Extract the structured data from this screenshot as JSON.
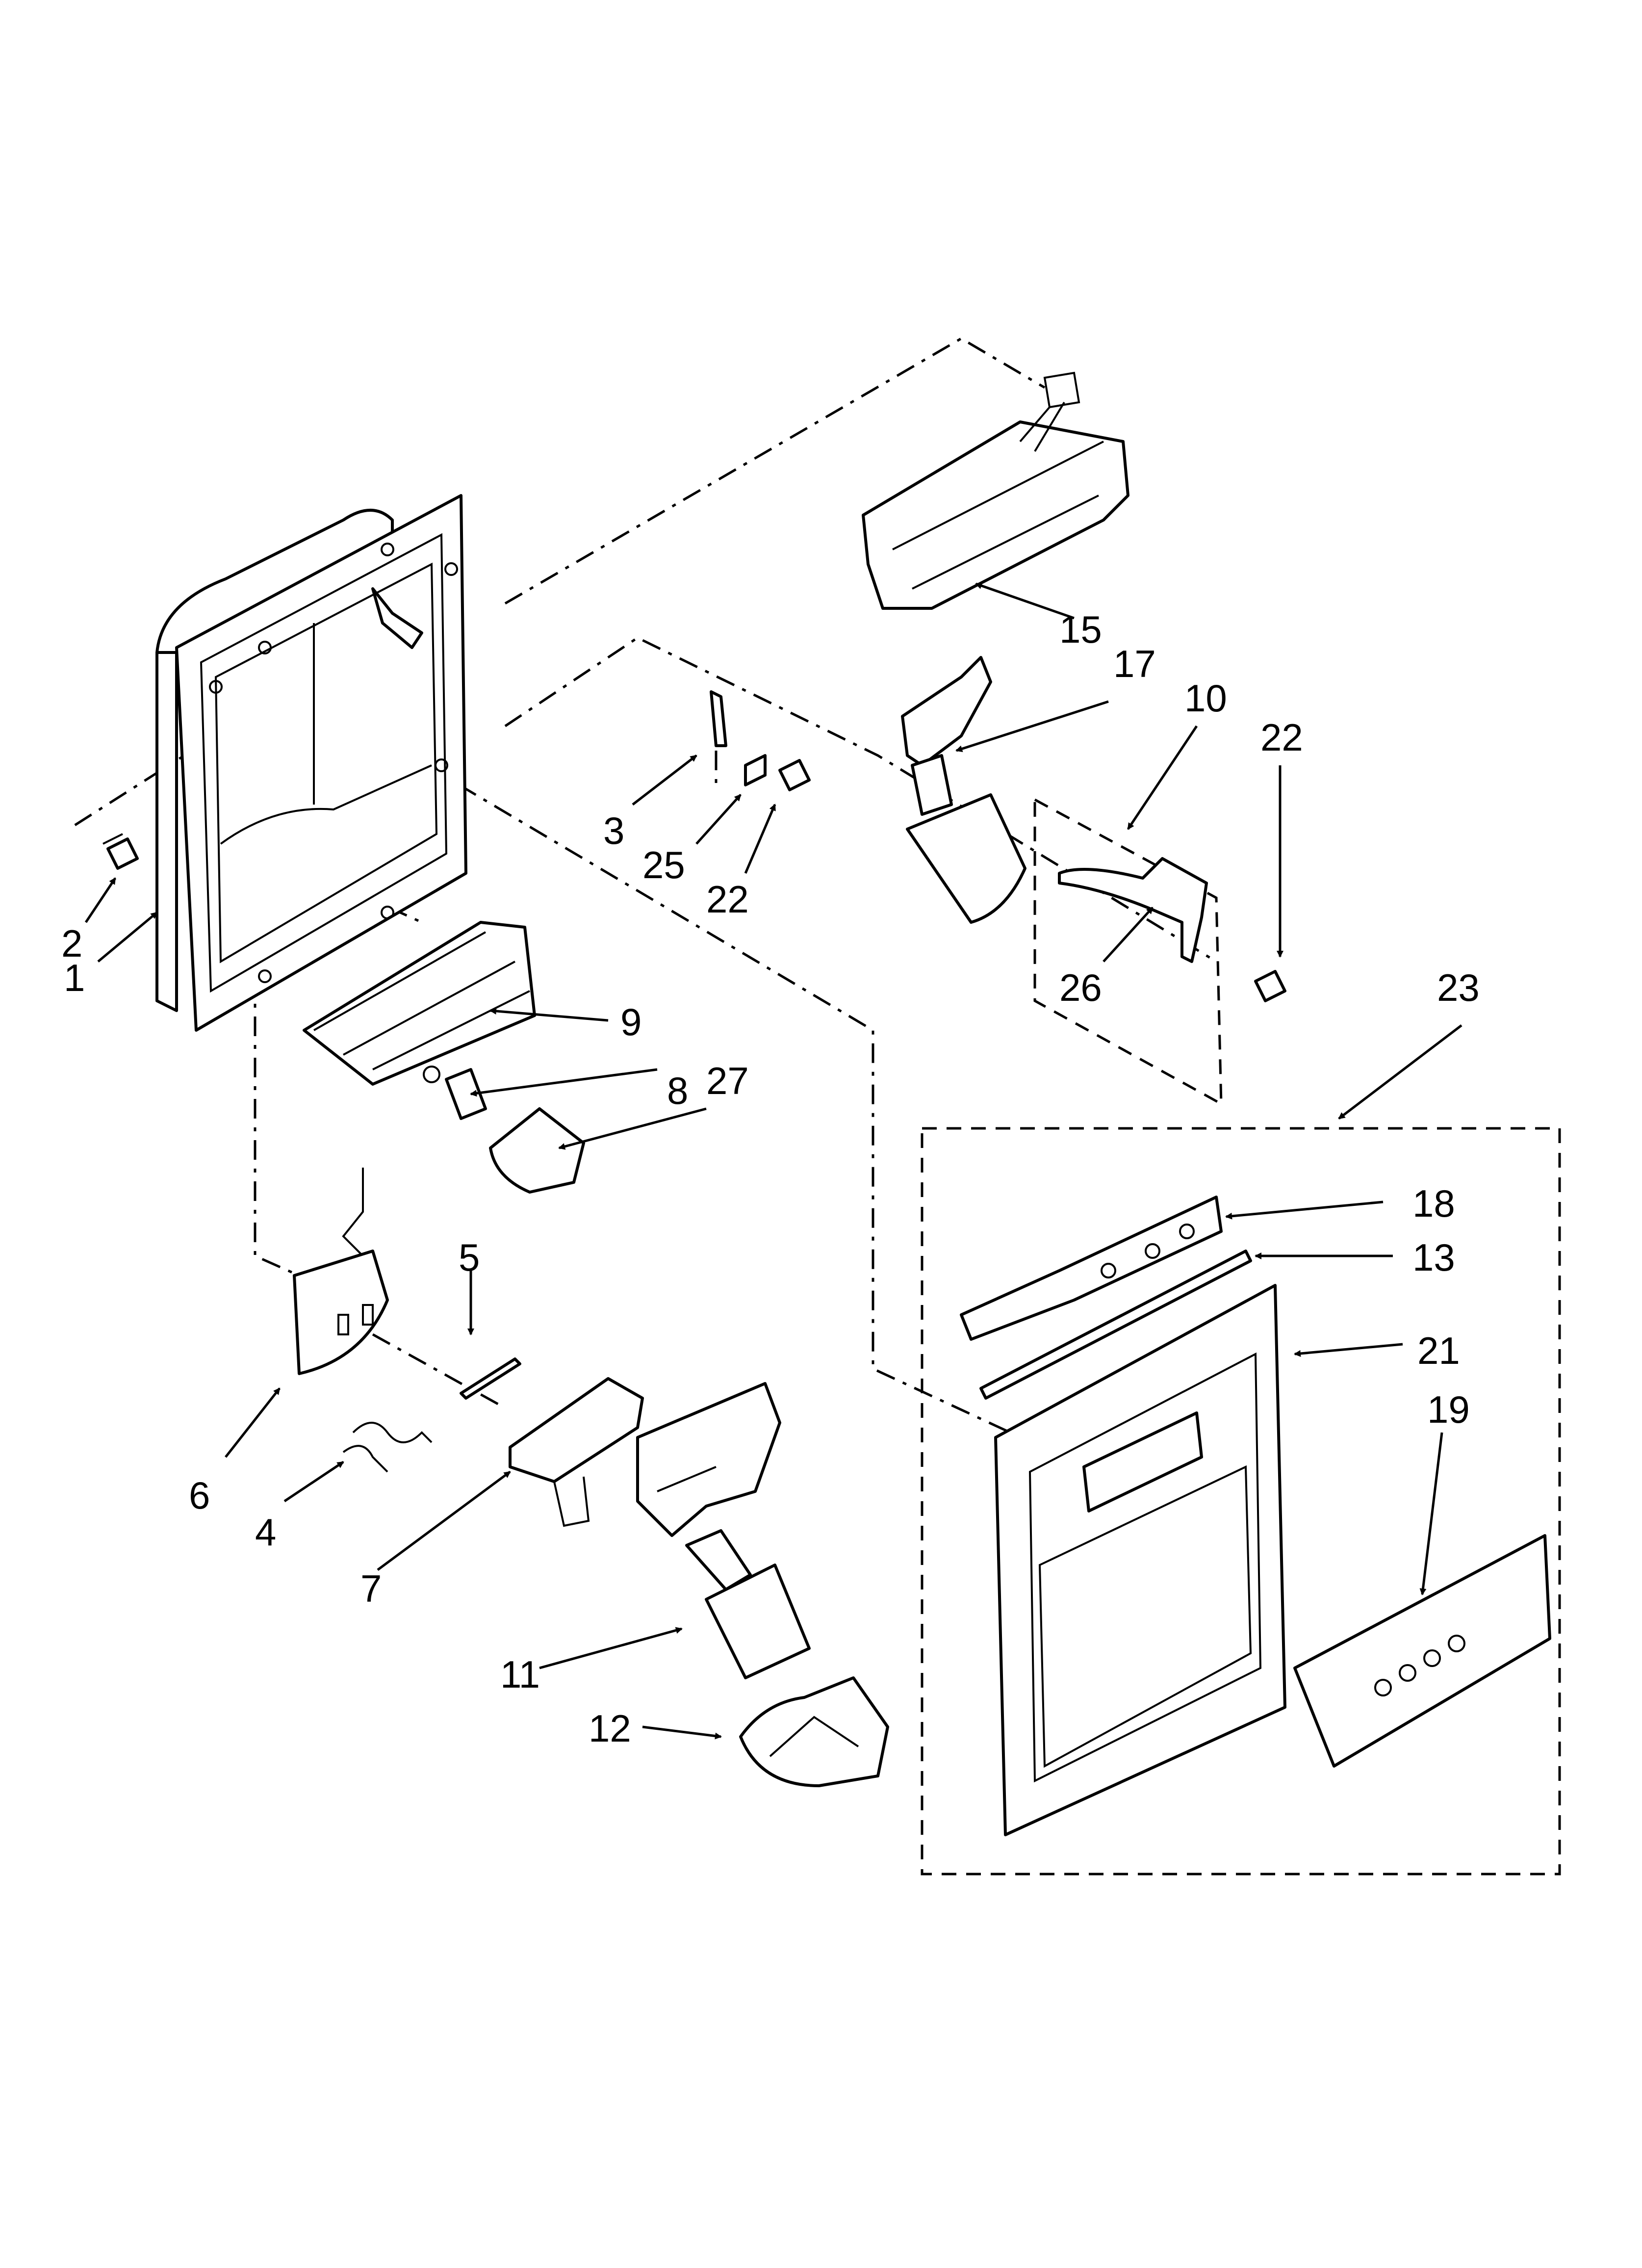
{
  "diagram": {
    "callouts": [
      {
        "id": "c1",
        "label": "1"
      },
      {
        "id": "c2",
        "label": "2"
      },
      {
        "id": "c3",
        "label": "3"
      },
      {
        "id": "c4",
        "label": "4"
      },
      {
        "id": "c5",
        "label": "5"
      },
      {
        "id": "c6",
        "label": "6"
      },
      {
        "id": "c7",
        "label": "7"
      },
      {
        "id": "c8",
        "label": "8"
      },
      {
        "id": "c9",
        "label": "9"
      },
      {
        "id": "c10",
        "label": "10"
      },
      {
        "id": "c11",
        "label": "11"
      },
      {
        "id": "c12",
        "label": "12"
      },
      {
        "id": "c13",
        "label": "13"
      },
      {
        "id": "c15",
        "label": "15"
      },
      {
        "id": "c17",
        "label": "17"
      },
      {
        "id": "c18",
        "label": "18"
      },
      {
        "id": "c19",
        "label": "19"
      },
      {
        "id": "c21",
        "label": "21"
      },
      {
        "id": "c22a",
        "label": "22"
      },
      {
        "id": "c22b",
        "label": "22"
      },
      {
        "id": "c23",
        "label": "23"
      },
      {
        "id": "c25",
        "label": "25"
      },
      {
        "id": "c26",
        "label": "26"
      },
      {
        "id": "c27",
        "label": "27"
      }
    ]
  }
}
